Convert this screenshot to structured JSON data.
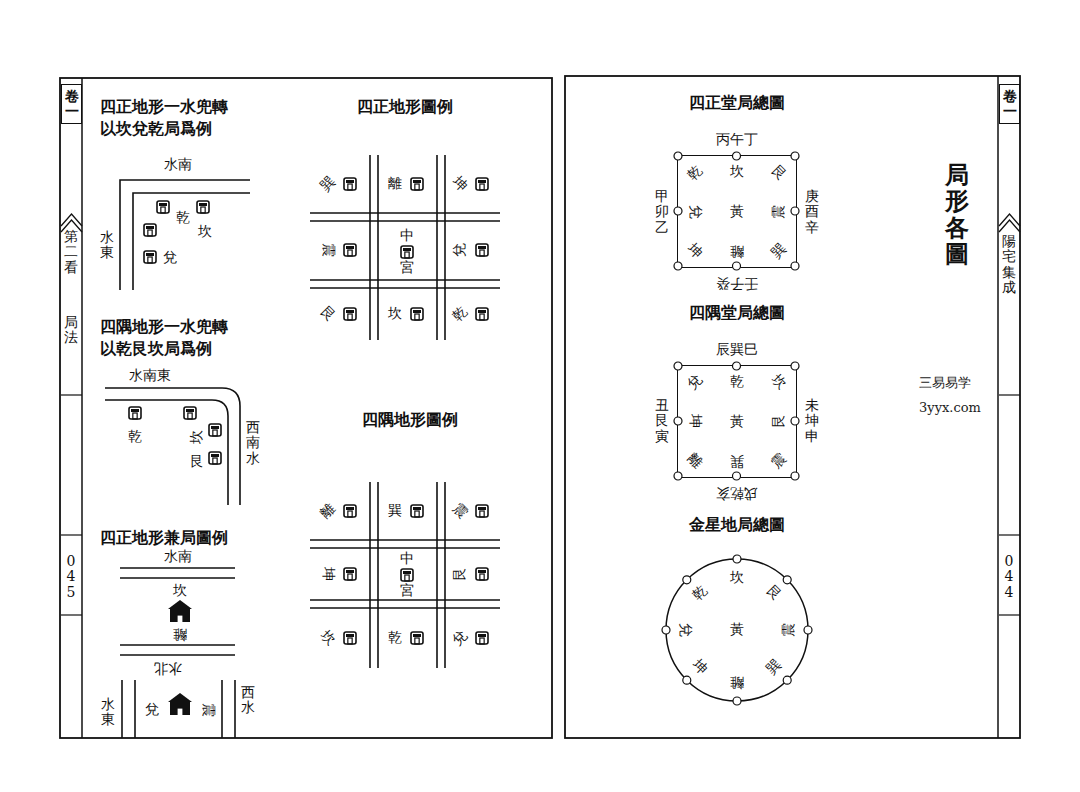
{
  "diagram": {
    "nodes": [
      {
        "text": [
          "卷一"
        ]
      },
      {
        "text": [
          "卷一"
        ]
      },
      {
        "text": [
          "四正堂局總圖",
          "黃"
        ]
      },
      {
        "text": [
          "四隅堂局總圖",
          "黃"
        ]
      },
      {
        "text": [
          "金星地局總圖",
          "黃"
        ]
      }
    ],
    "labels": [
      "第二看",
      "局法",
      "045",
      "四正地形一水兜轉 以坎兌乾局爲例",
      "水南",
      "水東",
      "乾",
      "坎",
      "兌",
      "四隅地形一水兜轉 以乾艮坎局爲例",
      "水南東",
      "西南水",
      "乾",
      "坎",
      "艮",
      "四正地形兼局圖例",
      "水南",
      "坎",
      "離",
      "水北",
      "水東",
      "兌",
      "震",
      "西水",
      "四正地形圖例",
      "巽",
      "離",
      "坤",
      "震",
      "中",
      "宮",
      "兌",
      "艮",
      "坎",
      "乾",
      "四隅地形圖例",
      "離",
      "巽",
      "震",
      "坤",
      "中",
      "宮",
      "艮",
      "坎",
      "乾",
      "兌",
      "陽宅集成",
      "044",
      "丙午丁",
      "甲卯乙",
      "庚酉辛",
      "壬子癸",
      "坎",
      "乾",
      "艮",
      "兌",
      "震",
      "坤",
      "離",
      "巽",
      "辰巽巳",
      "丑艮寅",
      "未坤申",
      "戌乾亥",
      "兌",
      "乾",
      "坎",
      "坤",
      "艮",
      "離",
      "巽",
      "震",
      "坎",
      "乾",
      "艮",
      "兌",
      "震",
      "坤",
      "離",
      "巽",
      "局形各圖",
      "三易易学",
      "3yyx.com"
    ]
  }
}
